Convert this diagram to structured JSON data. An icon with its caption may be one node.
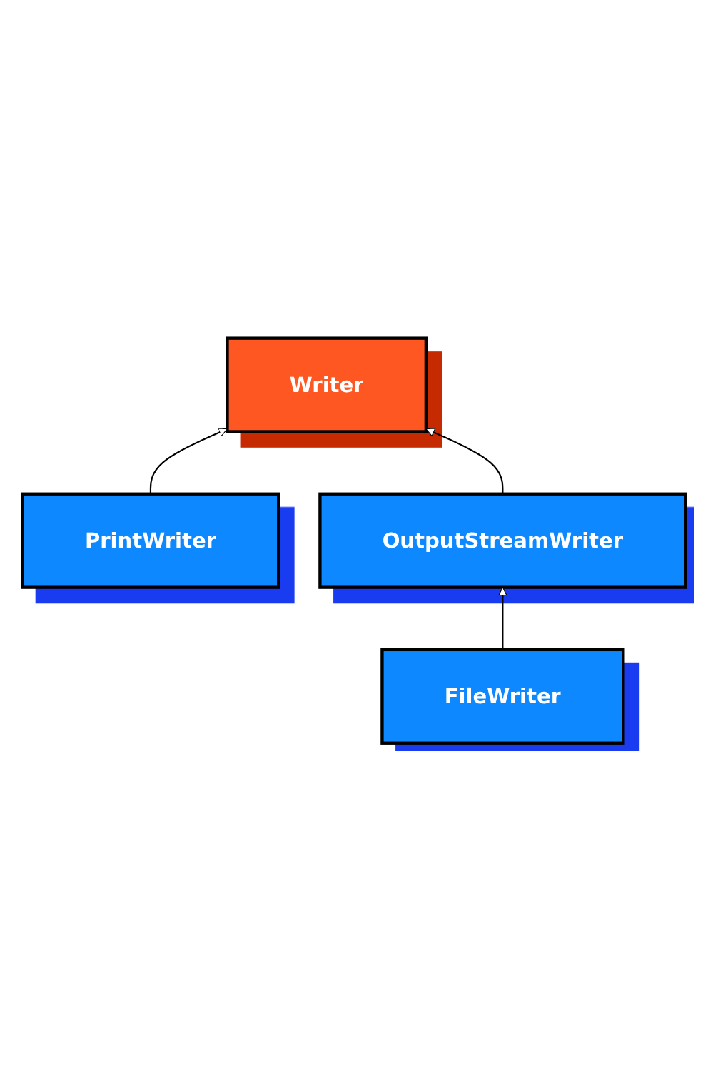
{
  "diagram": {
    "nodes": [
      {
        "text": [
          "Writer"
        ]
      },
      {
        "text": [
          "PrintWriter"
        ]
      },
      {
        "text": [
          "OutputStreamWriter"
        ]
      },
      {
        "text": [
          "FileWriter"
        ]
      }
    ],
    "edges": [
      {
        "from": 1,
        "to": 0,
        "arrow": "to"
      },
      {
        "from": 2,
        "to": 0,
        "arrow": "to"
      },
      {
        "from": 3,
        "to": 2,
        "arrow": "to"
      }
    ]
  }
}
